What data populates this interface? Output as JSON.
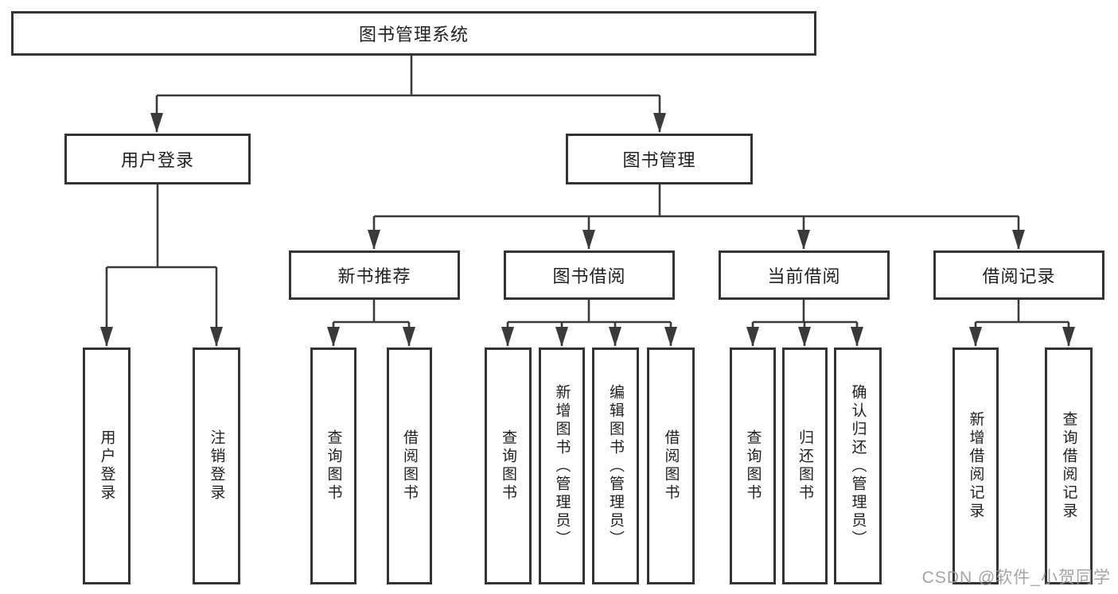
{
  "diagram": {
    "type": "tree",
    "title": "图书管理系统",
    "colors": {
      "background": "#ffffff",
      "line": "#3a3a3a",
      "border": "#333333",
      "text": "#1f1f1f",
      "box_fill": "#ffffff",
      "watermark": "#9b9b9b"
    },
    "nodes": {
      "root": "图书管理系统",
      "user_login": "用户登录",
      "book_management": "图书管理",
      "new_book_recommend": "新书推荐",
      "book_borrowing": "图书借阅",
      "current_borrowing": "当前借阅",
      "borrow_records": "借阅记录",
      "leaf_user_login": "用户登录",
      "leaf_logout": "注销登录",
      "leaf_query_books_1": "查询图书",
      "leaf_borrow_books_1": "借阅图书",
      "leaf_query_books_2": "查询图书",
      "leaf_add_books_admin": "新增图书（管理员）",
      "leaf_edit_books_admin": "编辑图书（管理员）",
      "leaf_borrow_books_2": "借阅图书",
      "leaf_query_books_3": "查询图书",
      "leaf_return_books": "归还图书",
      "leaf_confirm_return_admin": "确认归还（管理员）",
      "leaf_add_borrow_record": "新增借阅记录",
      "leaf_query_borrow_record": "查询借阅记录"
    },
    "hierarchy": {
      "图书管理系统": {
        "用户登录": [
          "用户登录",
          "注销登录"
        ],
        "图书管理": {
          "新书推荐": [
            "查询图书",
            "借阅图书"
          ],
          "图书借阅": [
            "查询图书",
            "新增图书（管理员）",
            "编辑图书（管理员）",
            "借阅图书"
          ],
          "当前借阅": [
            "查询图书",
            "归还图书",
            "确认归还（管理员）"
          ],
          "借阅记录": [
            "新增借阅记录",
            "查询借阅记录"
          ]
        }
      }
    },
    "watermark": "CSDN @软件_小贺同学"
  }
}
